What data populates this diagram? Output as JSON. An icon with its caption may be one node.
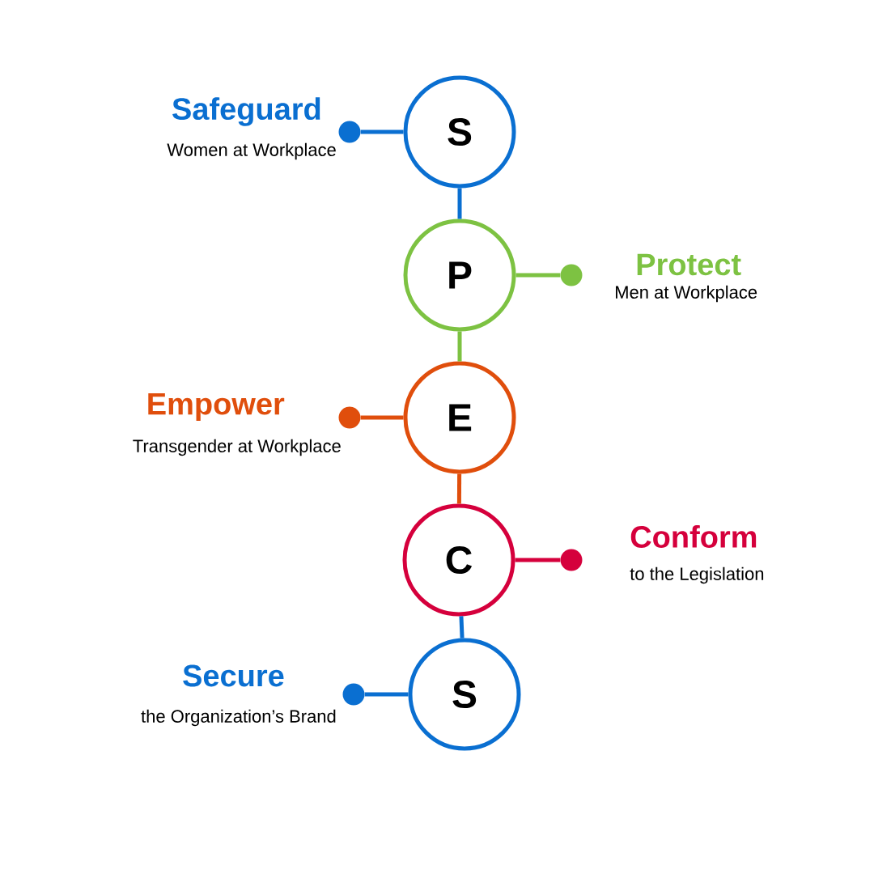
{
  "diagram": {
    "nodes": [
      {
        "text": [
          "S"
        ]
      },
      {
        "text": [],
        "shape": "circle",
        "beside": [
          "Safeguard",
          "Women at Workplace"
        ]
      },
      {
        "text": [
          "P"
        ]
      },
      {
        "text": [],
        "shape": "circle",
        "beside": [
          "Protect",
          "Men at Workplace"
        ]
      },
      {
        "text": [
          "E"
        ]
      },
      {
        "text": [],
        "shape": "circle",
        "beside": [
          "Empower",
          "Transgender at Workplace"
        ]
      },
      {
        "text": [
          "C"
        ]
      },
      {
        "text": [],
        "shape": "circle",
        "beside": [
          "Conform",
          "to the Legislation"
        ]
      },
      {
        "text": [
          "S"
        ]
      },
      {
        "text": [],
        "shape": "circle",
        "beside": [
          "Secure",
          "the Organization’s Brand"
        ]
      }
    ],
    "edges": [
      {
        "from": 0,
        "to": 1,
        "arrow": "none",
        "color": "#0a6fd1"
      },
      {
        "from": 0,
        "to": 2,
        "arrow": "none",
        "color": "#0a6fd1"
      },
      {
        "from": 2,
        "to": 3,
        "arrow": "none",
        "color": "#7dc242"
      },
      {
        "from": 2,
        "to": 4,
        "arrow": "none",
        "color": "#7dc242"
      },
      {
        "from": 4,
        "to": 5,
        "arrow": "none",
        "color": "#e04e0c"
      },
      {
        "from": 4,
        "to": 6,
        "arrow": "none",
        "color": "#e04e0c"
      },
      {
        "from": 6,
        "to": 7,
        "arrow": "none",
        "color": "#d5003c"
      },
      {
        "from": 6,
        "to": 8,
        "arrow": "none",
        "color": "#0a6fd1"
      },
      {
        "from": 8,
        "to": 9,
        "arrow": "none",
        "color": "#0a6fd1"
      }
    ]
  }
}
